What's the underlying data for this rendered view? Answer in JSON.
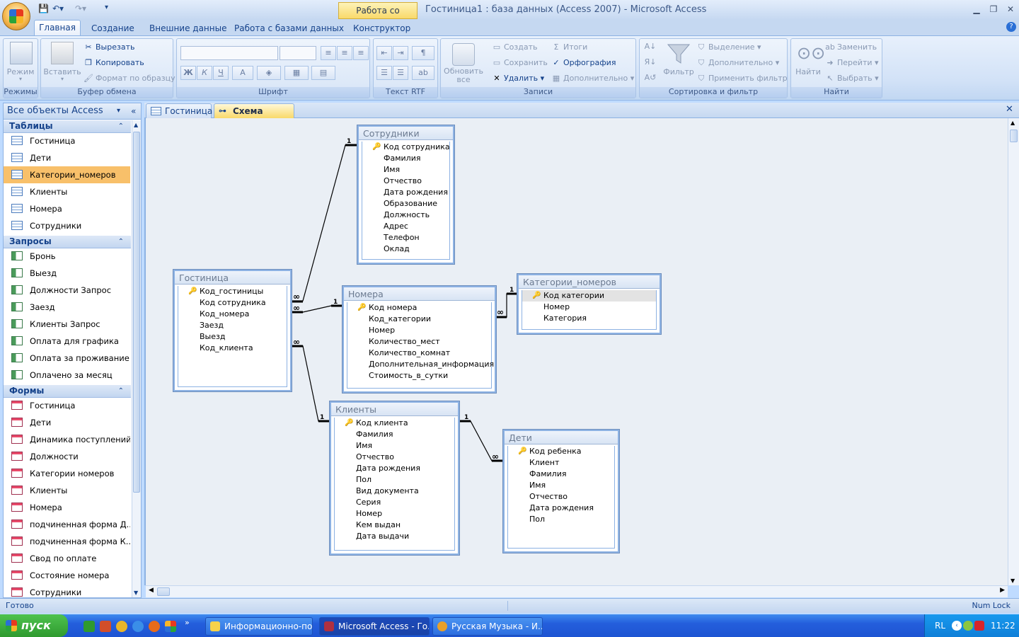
{
  "title_bar": {
    "context_tab": "Работа со связями",
    "window_title": "Гостиница1 : база данных (Access 2007) - Microsoft Access"
  },
  "ribbon_tabs": [
    "Главная",
    "Создание",
    "Внешние данные",
    "Работа с базами данных",
    "Конструктор"
  ],
  "ribbon": {
    "modes": {
      "button": "Режим",
      "label": "Режимы"
    },
    "clipboard": {
      "paste": "Вставить",
      "cut": "Вырезать",
      "copy": "Копировать",
      "format_painter": "Формат по образцу",
      "label": "Буфер обмена"
    },
    "font": {
      "label": "Шрифт",
      "bold": "Ж",
      "italic": "К",
      "underline": "Ч",
      "color": "А"
    },
    "rtf": {
      "label": "Текст RTF"
    },
    "records": {
      "refresh": "Обновить",
      "refresh_sub": "все",
      "new": "Создать",
      "save": "Сохранить",
      "delete": "Удалить",
      "totals": "Итоги",
      "spelling": "Орфография",
      "more": "Дополнительно",
      "label": "Записи"
    },
    "sort_filter": {
      "filter": "Фильтр",
      "selection": "Выделение",
      "advanced": "Дополнительно",
      "apply": "Применить фильтр",
      "label": "Сортировка и фильтр"
    },
    "find": {
      "find": "Найти",
      "replace": "Заменить",
      "goto": "Перейти",
      "select": "Выбрать",
      "label": "Найти"
    }
  },
  "nav": {
    "header": "Все объекты Access",
    "sections": [
      {
        "title": "Таблицы",
        "items": [
          "Гостиница",
          "Дети",
          "Категории_номеров",
          "Клиенты",
          "Номера",
          "Сотрудники"
        ]
      },
      {
        "title": "Запросы",
        "items": [
          "Бронь",
          "Выезд",
          "Должности Запрос",
          "Заезд",
          "Клиенты Запрос",
          "Оплата для графика",
          "Оплата за проживание",
          "Оплачено за месяц"
        ]
      },
      {
        "title": "Формы",
        "items": [
          "Гостиница",
          "Дети",
          "Динамика поступлений",
          "Должности",
          "Категории номеров",
          "Клиенты",
          "Номера",
          "подчиненная форма Д...",
          "подчиненная форма К...",
          "Свод по оплате",
          "Состояние номера",
          "Сотрудники"
        ]
      }
    ]
  },
  "doc_tabs": [
    "Гостиница",
    "Схема данных"
  ],
  "tables": {
    "sotrudniki": {
      "title": "Сотрудники",
      "fields": [
        "Код сотрудника",
        "Фамилия",
        "Имя",
        "Отчество",
        "Дата рождения",
        "Образование",
        "Должность",
        "Адрес",
        "Телефон",
        "Оклад"
      ]
    },
    "gostinica": {
      "title": "Гостиница",
      "fields": [
        "Код_гостиницы",
        "Код сотрудника",
        "Код_номера",
        "Заезд",
        "Выезд",
        "Код_клиента"
      ]
    },
    "nomera": {
      "title": "Номера",
      "fields": [
        "Код номера",
        "Код_категории",
        "Номер",
        "Количество_мест",
        "Количество_комнат",
        "Дополнительная_информация",
        "Стоимость_в_сутки"
      ]
    },
    "kategorii": {
      "title": "Категории_номеров",
      "fields": [
        "Код категории",
        "Номер",
        "Категория"
      ]
    },
    "klienty": {
      "title": "Клиенты",
      "fields": [
        "Код клиента",
        "Фамилия",
        "Имя",
        "Отчество",
        "Дата рождения",
        "Пол",
        "Вид документа",
        "Серия",
        "Номер",
        "Кем выдан",
        "Дата выдачи"
      ]
    },
    "deti": {
      "title": "Дети",
      "fields": [
        "Код ребенка",
        "Клиент",
        "Фамилия",
        "Имя",
        "Отчество",
        "Дата рождения",
        "Пол"
      ]
    }
  },
  "rel_labels": {
    "one": "1",
    "many": "∞"
  },
  "status": {
    "left": "Готово",
    "right": "Num Lock"
  },
  "taskbar": {
    "start": "пуск",
    "tasks": [
      "Информационно-пои...",
      "Microsoft Access - Го...",
      "Русская Музыка - И..."
    ],
    "lang": "RL",
    "time": "11:22"
  }
}
